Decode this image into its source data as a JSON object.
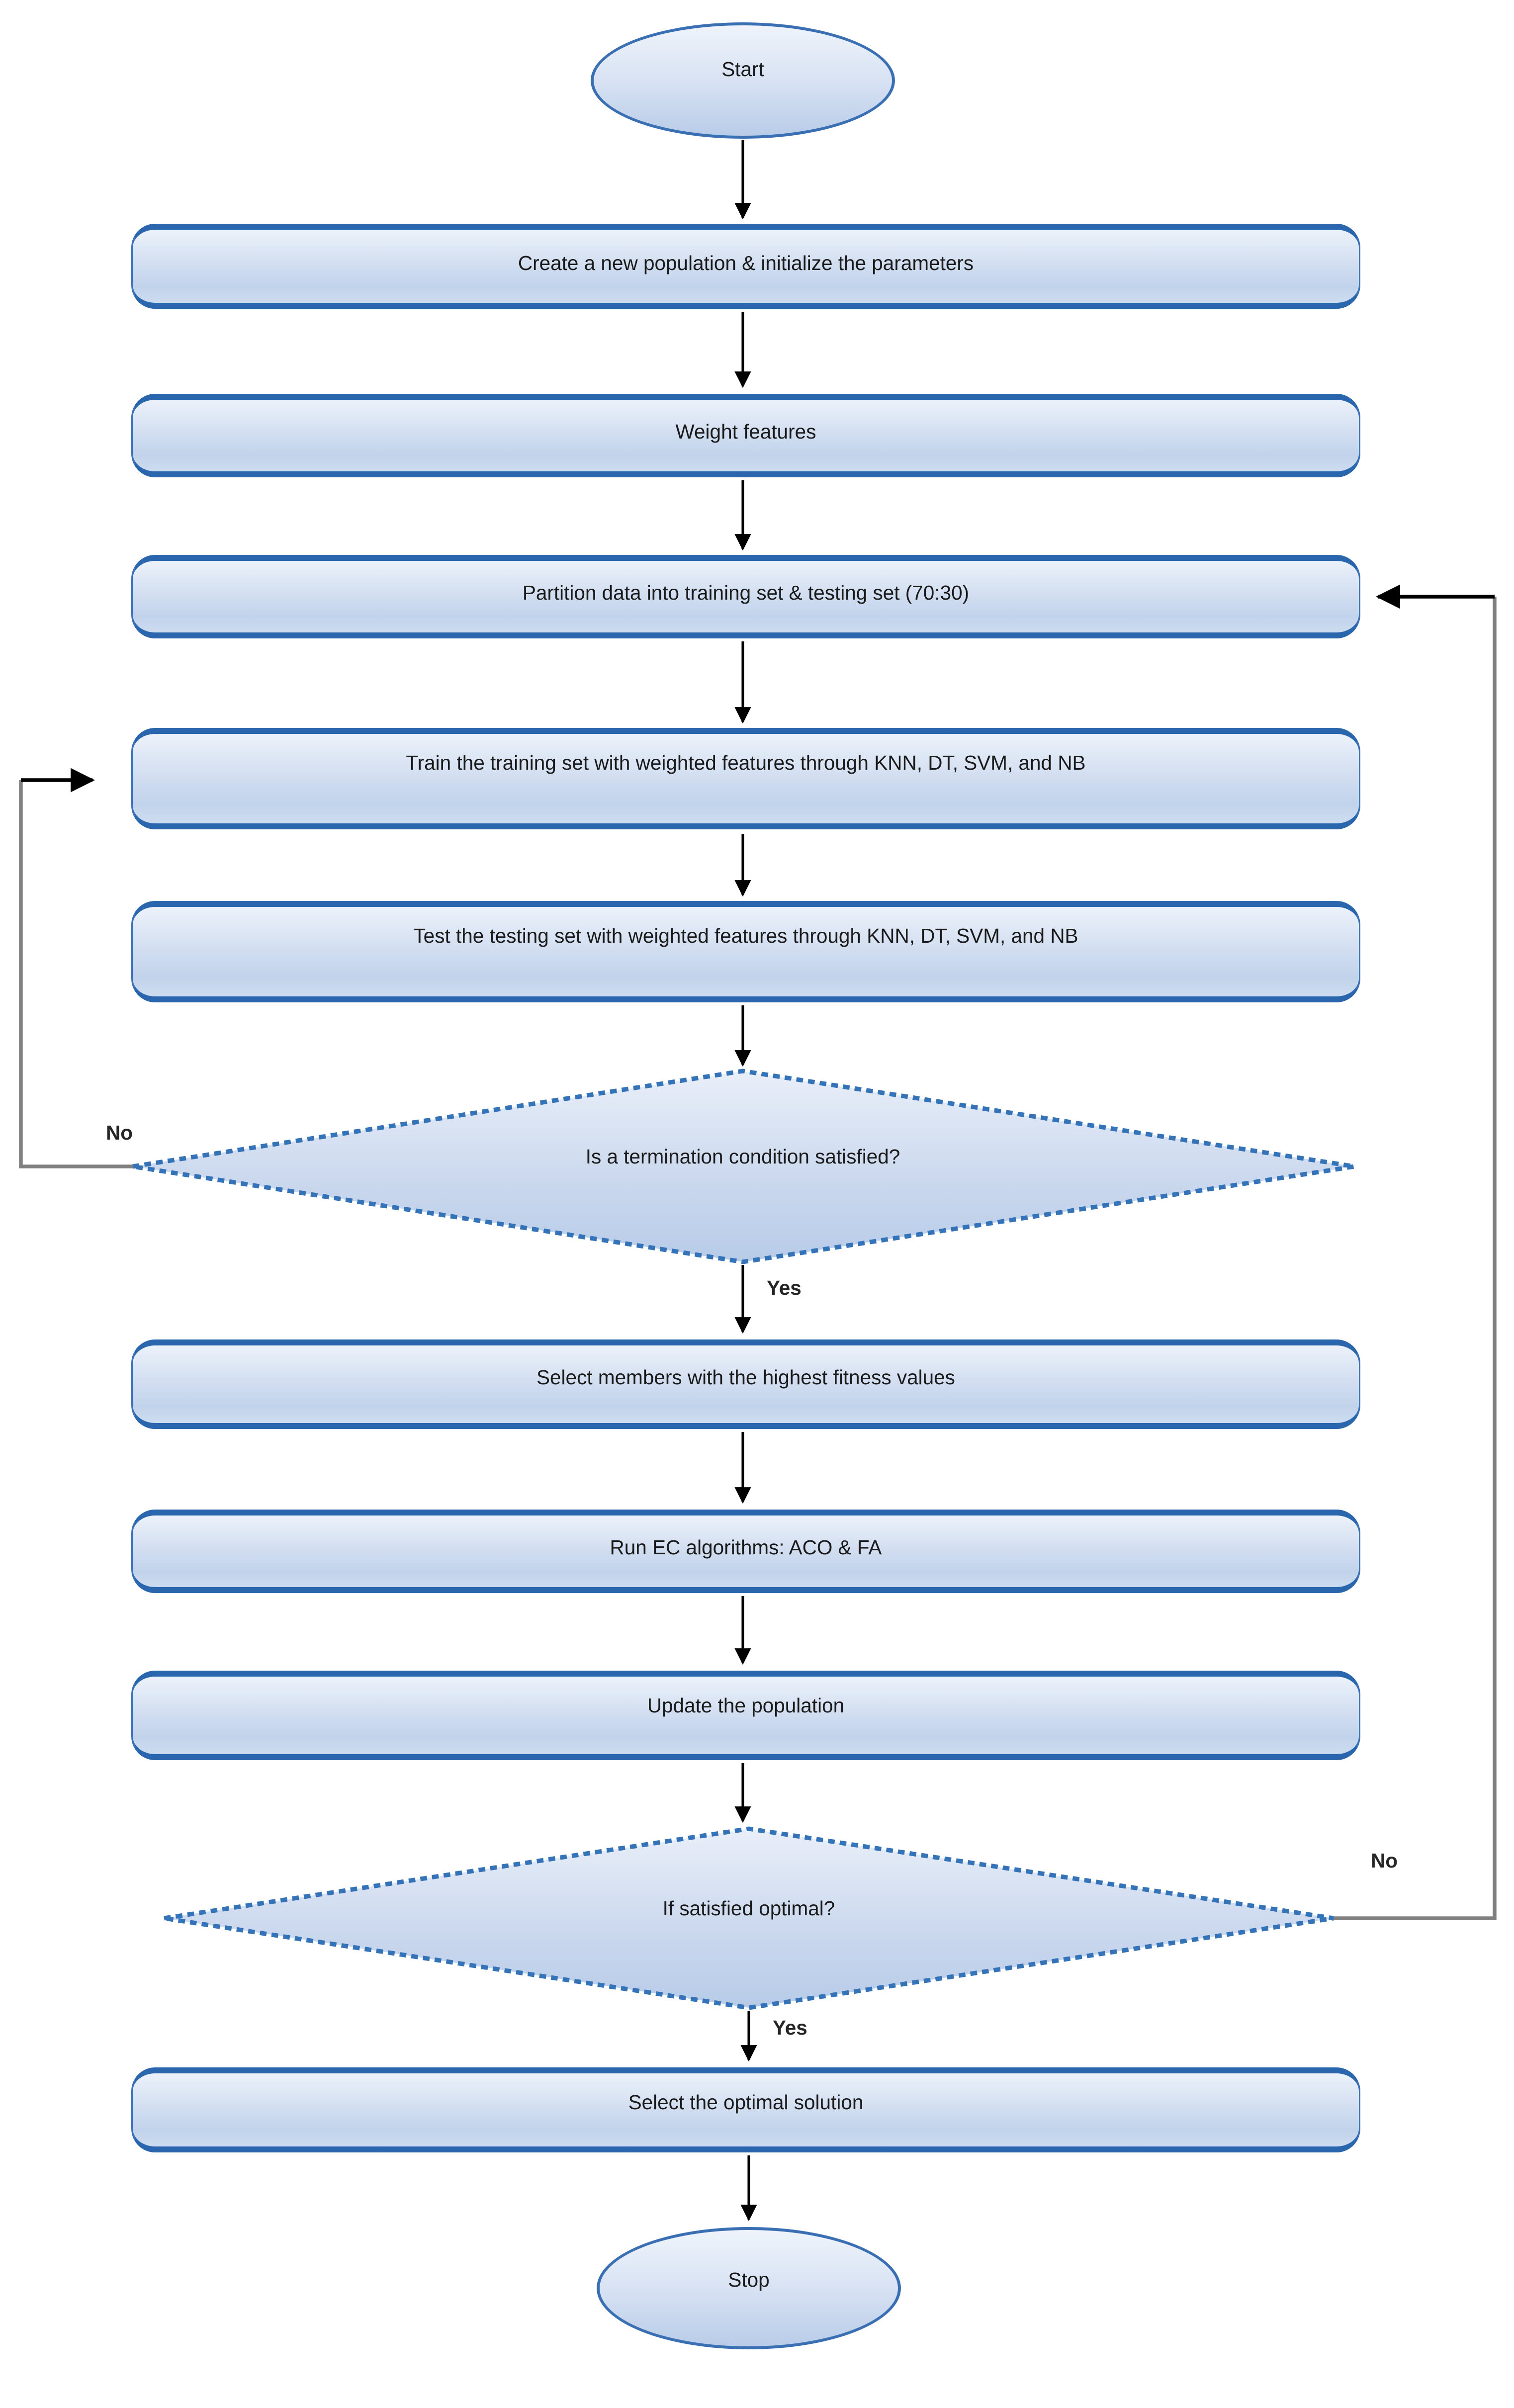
{
  "flowchart": {
    "nodes": {
      "start": {
        "label": "Start",
        "shape": "terminator"
      },
      "create_population": {
        "label": "Create a new population & initialize the parameters",
        "shape": "process"
      },
      "weight_features": {
        "label": "Weight features",
        "shape": "process"
      },
      "partition_data": {
        "label": "Partition data into training set & testing set (70:30)",
        "shape": "process"
      },
      "train_set": {
        "label": "Train the training set with weighted features through KNN, DT, SVM, and NB",
        "shape": "process"
      },
      "test_set": {
        "label": "Test the testing set with weighted features through KNN, DT, SVM, and NB",
        "shape": "process"
      },
      "termination_check": {
        "label": "Is a termination condition satisfied?",
        "shape": "decision"
      },
      "select_members": {
        "label": "Select members with the highest fitness values",
        "shape": "process"
      },
      "run_ec": {
        "label": "Run EC algorithms: ACO & FA",
        "shape": "process"
      },
      "update_population": {
        "label": "Update the population",
        "shape": "process"
      },
      "optimal_check": {
        "label": "If satisfied optimal?",
        "shape": "decision"
      },
      "select_optimal": {
        "label": "Select the optimal solution",
        "shape": "process"
      },
      "stop": {
        "label": "Stop",
        "shape": "terminator"
      }
    },
    "edge_labels": {
      "termination_no": "No",
      "termination_yes": "Yes",
      "optimal_no": "No",
      "optimal_yes": "Yes"
    },
    "colors": {
      "shape_fill_light": "#ecf2fa",
      "shape_fill_dark": "#b9cce8",
      "shape_border": "#2a66ae",
      "decision_border": "#3573b9",
      "connector_gray": "#808080",
      "arrow_black": "#000000",
      "text": "#1a1a1a"
    }
  }
}
